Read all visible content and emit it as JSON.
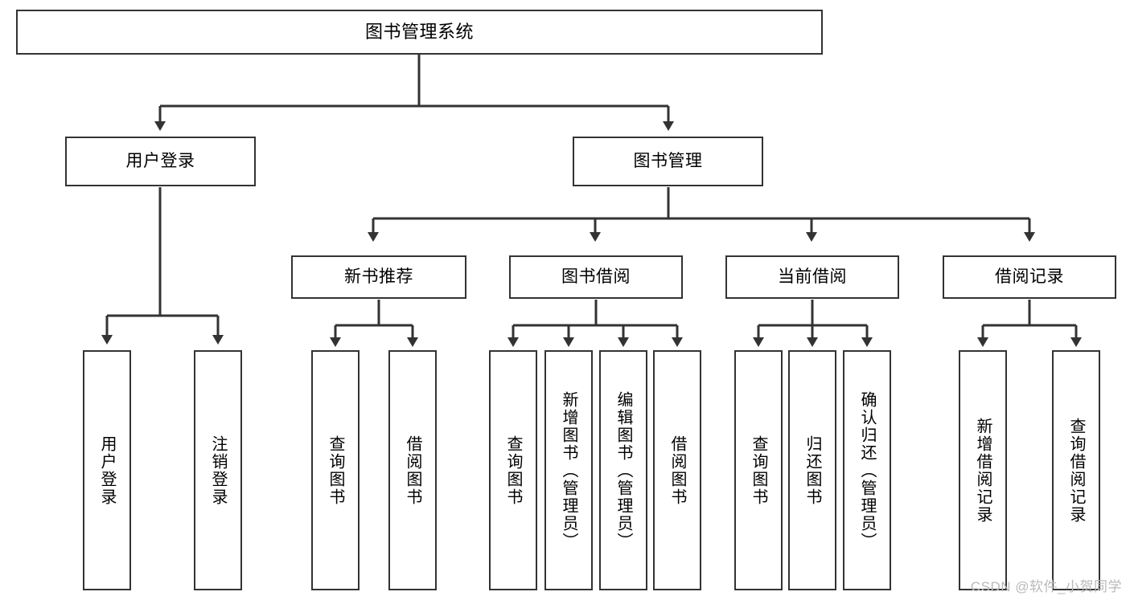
{
  "diagram": {
    "title_node": {
      "label": "图书管理系统"
    },
    "level2": [
      {
        "id": "user-login",
        "label": "用户登录"
      },
      {
        "id": "book-management",
        "label": "图书管理"
      }
    ],
    "level3": [
      {
        "id": "new-book-recommend",
        "label": "新书推荐"
      },
      {
        "id": "book-borrow",
        "label": "图书借阅"
      },
      {
        "id": "current-borrow",
        "label": "当前借阅"
      },
      {
        "id": "borrow-record",
        "label": "借阅记录"
      }
    ],
    "leaves": {
      "user_login": [
        {
          "id": "leaf-user-login",
          "label": "用户登录"
        },
        {
          "id": "leaf-logout-login",
          "label": "注销登录"
        }
      ],
      "new_book_recommend": [
        {
          "id": "leaf-query-book-1",
          "label": "查询图书"
        },
        {
          "id": "leaf-borrow-book-1",
          "label": "借阅图书"
        }
      ],
      "book_borrow": [
        {
          "id": "leaf-query-book-2",
          "label": "查询图书"
        },
        {
          "id": "leaf-add-book",
          "label": "新增图书（管理员）"
        },
        {
          "id": "leaf-edit-book",
          "label": "编辑图书（管理员）"
        },
        {
          "id": "leaf-borrow-book-2",
          "label": "借阅图书"
        }
      ],
      "current_borrow": [
        {
          "id": "leaf-query-book-3",
          "label": "查询图书"
        },
        {
          "id": "leaf-return-book",
          "label": "归还图书"
        },
        {
          "id": "leaf-confirm-return",
          "label": "确认归还（管理员）"
        }
      ],
      "borrow_record": [
        {
          "id": "leaf-add-borrow-record",
          "label": "新增借阅记录"
        },
        {
          "id": "leaf-query-borrow-record",
          "label": "查询借阅记录"
        }
      ]
    }
  },
  "watermark": {
    "text": "CSDN @软件_小贺同学"
  },
  "colors": {
    "border": "#333333",
    "background": "#ffffff",
    "text": "#000000",
    "watermark": "#b9b9b9"
  }
}
